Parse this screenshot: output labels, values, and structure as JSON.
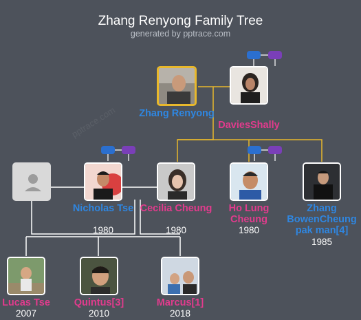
{
  "header": {
    "title": "Zhang Renyong Family Tree",
    "subtitle": "generated by pptrace.com"
  },
  "watermark": "pptrace.com",
  "colors": {
    "male": "#2f86e0",
    "female": "#e23b8d",
    "selected_border": "#e8b82c",
    "line_selected": "#e8b82c",
    "line_default": "#ffffff",
    "background": "#4d525b"
  },
  "people": {
    "zhang_renyong": {
      "name": "Zhang Renyong",
      "gender": "male",
      "selected": true
    },
    "davies_shally": {
      "name": "DaviesShally",
      "gender": "female"
    },
    "unknown_spouse": {
      "name": "",
      "gender": "unknown",
      "placeholder_icon": "person-icon"
    },
    "nicholas_tse": {
      "name": "Nicholas Tse",
      "gender": "male",
      "year": "1980"
    },
    "cecilia_cheung": {
      "name": "Cecilia Cheung",
      "gender": "female",
      "year": "1980"
    },
    "ho_lung_cheung": {
      "name": "Ho Lung Cheung",
      "gender": "female",
      "year": "1980"
    },
    "zhang_bowen": {
      "name": "Zhang BowenCheung pak man[4]",
      "gender": "male",
      "year": "1985"
    },
    "lucas_tse": {
      "name": "Lucas Tse",
      "gender": "female",
      "year": "2007"
    },
    "quintus": {
      "name": "Quintus[3]",
      "gender": "female",
      "year": "2010"
    },
    "marcus": {
      "name": "Marcus[1]",
      "gender": "female",
      "year": "2018"
    }
  }
}
